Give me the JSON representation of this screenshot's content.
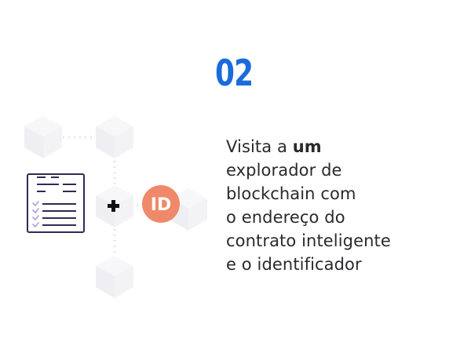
{
  "step": {
    "number": "02"
  },
  "description": {
    "lines": [
      {
        "plain": "Visita a ",
        "bold": "um"
      },
      {
        "plain": "",
        "bold": "explorador de"
      },
      {
        "plain": "",
        "bold": "blockchain com"
      },
      {
        "plain": "",
        "bold": "o endereço do"
      },
      {
        "plain": "",
        "bold": "contrato inteligente"
      },
      {
        "plain": "",
        "bold": "e o identificador"
      }
    ]
  },
  "badge": {
    "text": "ID",
    "color": "#f0896a"
  },
  "colors": {
    "accent": "#1c6bdb",
    "text": "#2a2a2e",
    "cube_face": "#f3f3f6",
    "document_border": "#2f2a55",
    "checkmark": "#b49be0"
  },
  "icons": {
    "document": "contract-document-icon",
    "plus": "plus-icon",
    "cube": "blockchain-cube-icon"
  }
}
